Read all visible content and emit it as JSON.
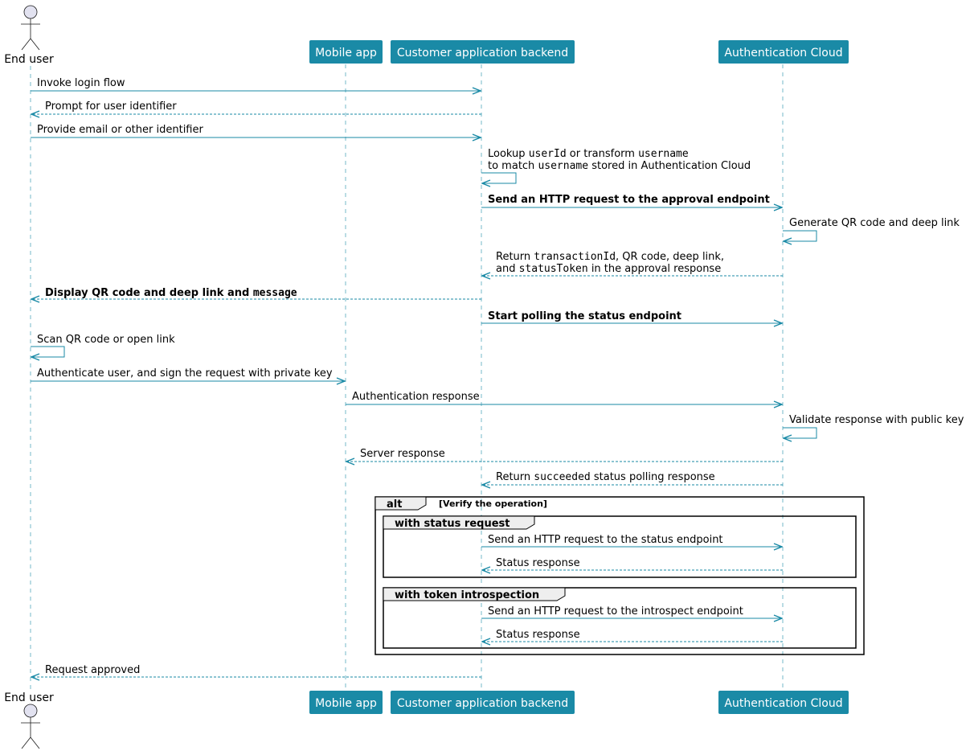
{
  "participants": {
    "end_user": "End user",
    "mobile_app": "Mobile app",
    "backend": "Customer application backend",
    "auth_cloud": "Authentication Cloud"
  },
  "messages": {
    "m1": "Invoke login flow",
    "m2": "Prompt for user identifier",
    "m3": "Provide email or other identifier",
    "m4_a1": "Lookup ",
    "m4_a2": "userId",
    "m4_a3": " or transform ",
    "m4_a4": "username",
    "m4_b1": "to match ",
    "m4_b2": "username",
    "m4_b3": " stored in Authentication Cloud",
    "m5": "Send an HTTP request to the approval endpoint",
    "m6": "Generate QR code and deep link",
    "m7_a1": "Return ",
    "m7_a2": "transactionId",
    "m7_a3": ", QR code, deep link,",
    "m7_b1": "and ",
    "m7_b2": "statusToken",
    "m7_b3": " in the approval response",
    "m8_1": "Display QR code and deep link and ",
    "m8_2": "message",
    "m9": "Start polling the status endpoint",
    "m10": "Scan QR code or open link",
    "m11": "Authenticate user, and sign the request with private key",
    "m12": "Authentication response",
    "m13": "Validate response with public key",
    "m14": "Server response",
    "m15_1": "Return ",
    "m15_2": "succeeded",
    "m15_3": " status polling response",
    "alt_status_req": "Send an HTTP request to the status endpoint",
    "alt_status_resp": "Status response",
    "alt_introspect_req": "Send an HTTP request to the introspect endpoint",
    "alt_introspect_resp": "Status response",
    "final": "Request approved"
  },
  "frames": {
    "alt_keyword": "alt",
    "alt_condition": "[Verify the operation]",
    "group1": "with status request",
    "group2": "with token introspection"
  },
  "colors": {
    "arrow": "#1a8aa6",
    "participant_box": "#1a8aa6",
    "lifeline": "#1a8aa6",
    "actor_fill": "#e2e2f0",
    "frame_header": "#eeeeee"
  }
}
